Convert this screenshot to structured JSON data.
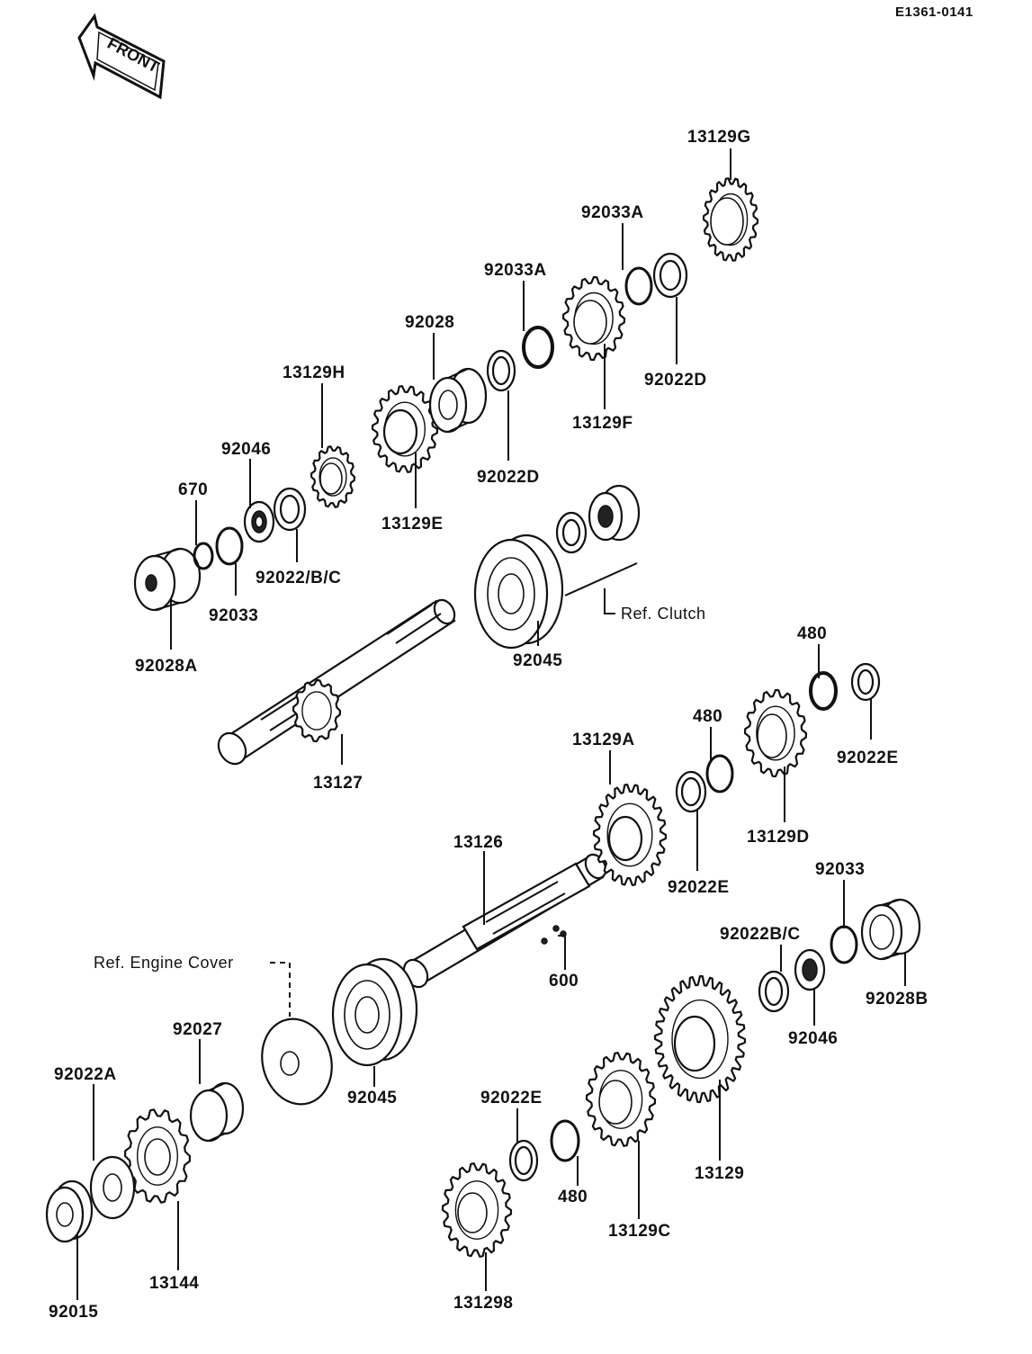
{
  "diagram": {
    "code": "E1361-0141",
    "front_label": "FRONT",
    "labels": {
      "p13129G": "13129G",
      "p92033A_top": "92033A",
      "p92033A": "92033A",
      "p92028": "92028",
      "p13129H": "13129H",
      "p92046_top": "92046",
      "p670": "670",
      "p92022D_right": "92022D",
      "p13129F": "13129F",
      "p92022D": "92022D",
      "p13129E": "13129E",
      "p92022BC_top": "92022/B/C",
      "p92033_top": "92033",
      "p92028A": "92028A",
      "p92045_top": "92045",
      "ref_clutch": "Ref. Clutch",
      "p13127": "13127",
      "p480_a": "480",
      "p480_b": "480",
      "p92022E_right": "92022E",
      "p13129A": "13129A",
      "p13129D": "13129D",
      "p13126": "13126",
      "p92022E_mid": "92022E",
      "p92033_right": "92033",
      "p92022BC_right": "92022B/C",
      "p600": "600",
      "p92028B": "92028B",
      "ref_engine_cover": "Ref. Engine Cover",
      "p92046_right": "92046",
      "p92027": "92027",
      "p92045_bottom": "92045",
      "p92022A": "92022A",
      "p92022E_bottom": "92022E",
      "p13129": "13129",
      "p480_c": "480",
      "p13129C": "13129C",
      "p13144": "13144",
      "p13129B": "131298",
      "p92015": "92015"
    }
  }
}
